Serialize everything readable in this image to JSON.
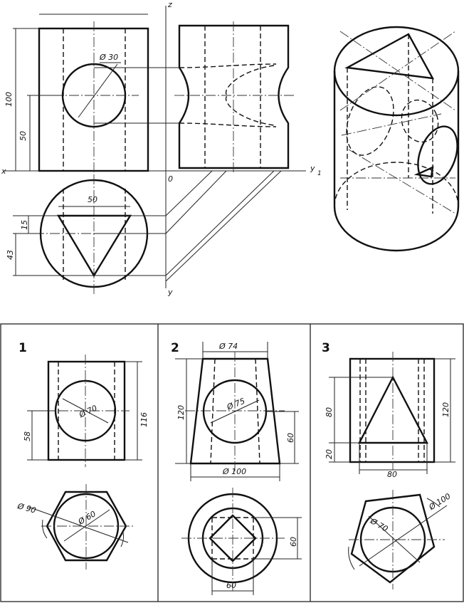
{
  "axes": {
    "z": "z",
    "x": "x",
    "y1": "y",
    "y1_sub": "1",
    "y": "y",
    "origin": "0"
  },
  "example": {
    "d30": "Ø 30",
    "h100": "100",
    "h50": "50",
    "w50": "50",
    "d15": "15",
    "d43": "43"
  },
  "panels": [
    {
      "number": "1",
      "dims": {
        "hole": "Ø 70",
        "height": "116",
        "half": "58",
        "hex": "Ø 90",
        "inner": "Ø 60"
      }
    },
    {
      "number": "2",
      "dims": {
        "top": "Ø 74",
        "height": "120",
        "hole": "Ø 75",
        "mid": "60",
        "bottom": "Ø 100",
        "square_h": "60",
        "square_w": "60"
      }
    },
    {
      "number": "3",
      "dims": {
        "height": "120",
        "tri": "80",
        "base": "20",
        "width": "80",
        "pent": "Ø 100",
        "inner": "Ø 70"
      }
    }
  ]
}
